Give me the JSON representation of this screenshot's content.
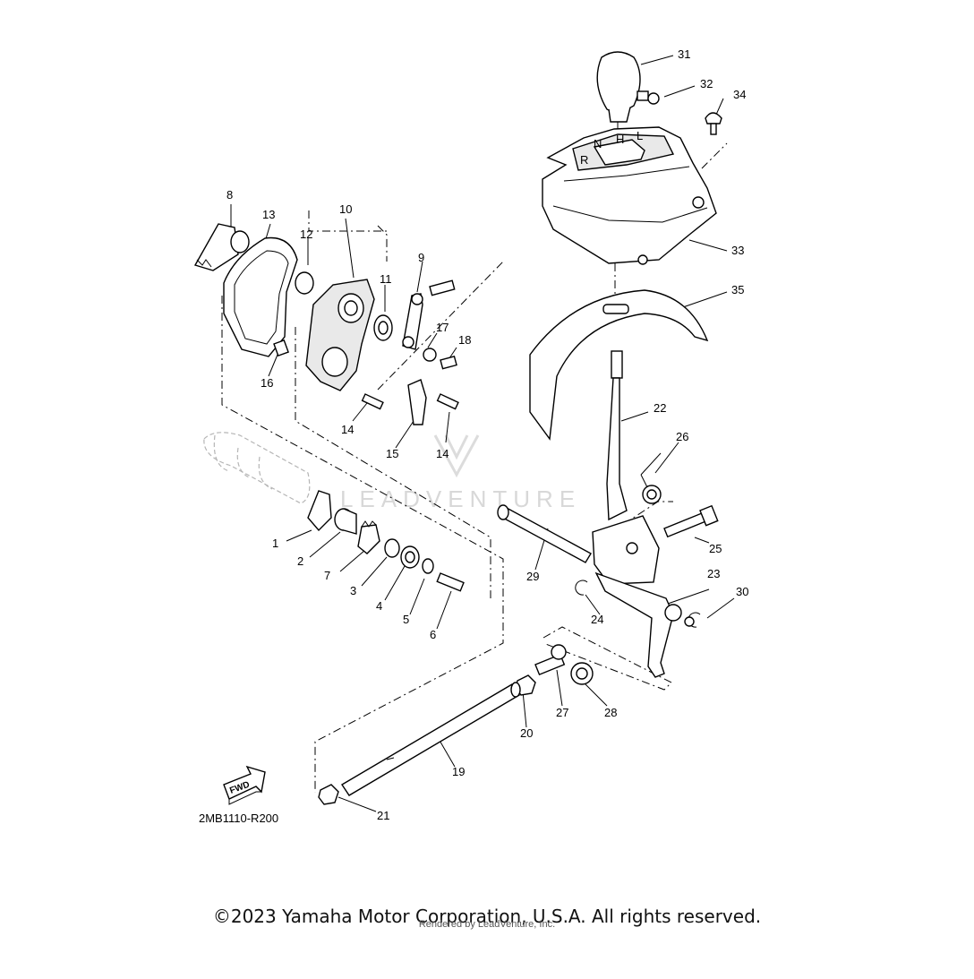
{
  "diagram": {
    "code": "2MB1110-R200",
    "fwd_label": "FWD",
    "watermark": "LEADVENTURE",
    "callouts": [
      "1",
      "2",
      "3",
      "4",
      "5",
      "6",
      "7",
      "8",
      "9",
      "10",
      "11",
      "12",
      "13",
      "14",
      "14",
      "15",
      "16",
      "17",
      "18",
      "19",
      "20",
      "21",
      "22",
      "23",
      "24",
      "25",
      "26",
      "27",
      "28",
      "29",
      "30",
      "31",
      "32",
      "33",
      "34",
      "35"
    ],
    "shifter_gate_labels": [
      "R",
      "N",
      "H",
      "L"
    ]
  },
  "footer": {
    "copyright": "©2023 Yamaha Motor Corporation, U.S.A. All rights reserved.",
    "rendered_by": "Rendered by LeadVenture, Inc."
  }
}
